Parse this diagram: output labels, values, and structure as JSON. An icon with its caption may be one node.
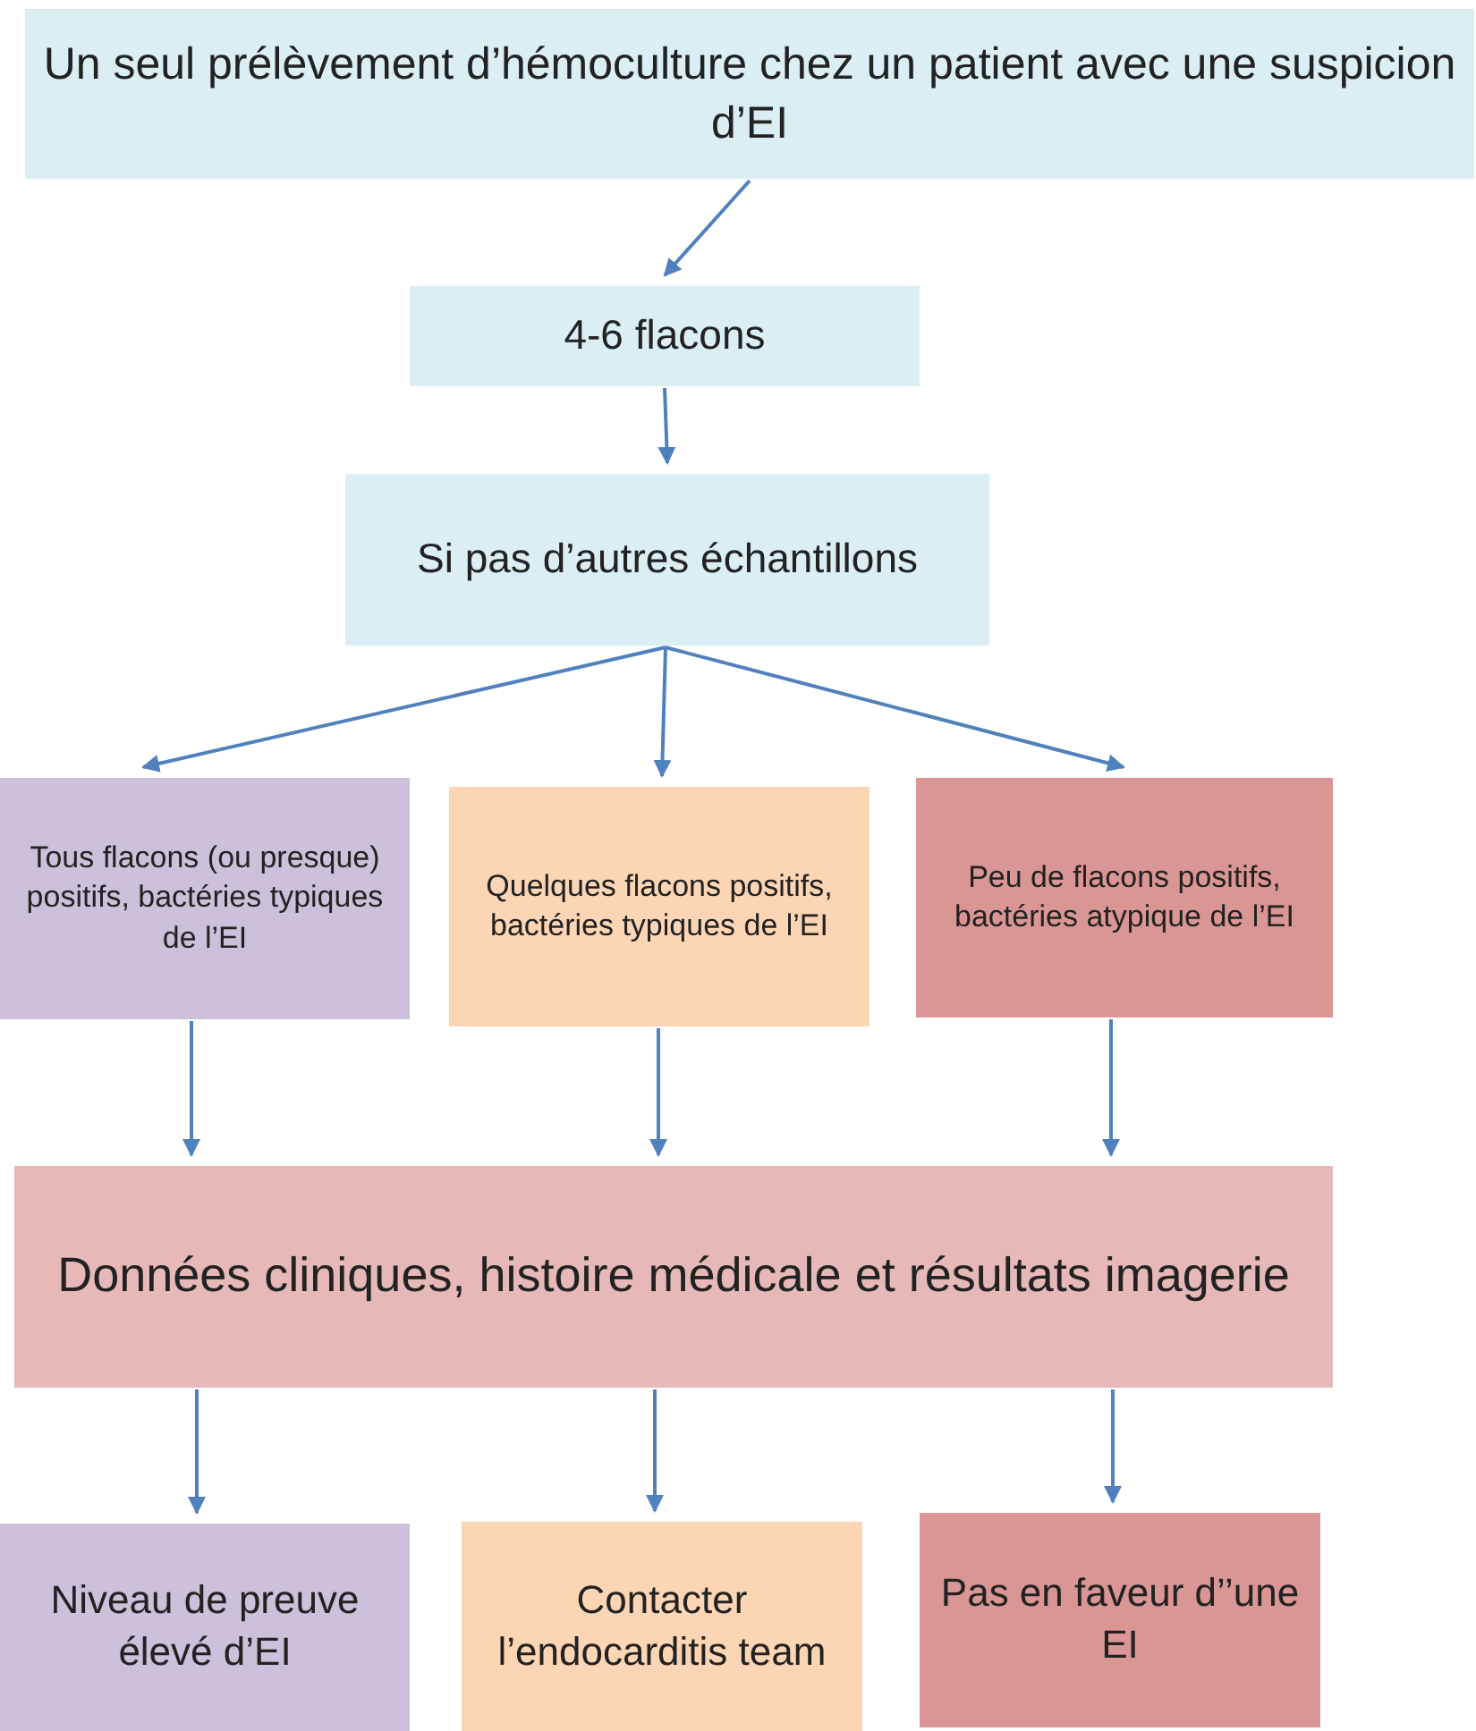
{
  "diagram": {
    "nodes": [
      {
        "text": [
          "Un seul prélèvement d’hémoculture chez un patient avec une suspicion d’EI"
        ]
      },
      {
        "text": [
          "4-6 flacons"
        ]
      },
      {
        "text": [
          "Si pas d’autres échantillons"
        ]
      },
      {
        "text": [
          "Tous flacons (ou presque) positifs, bactéries typiques de l’EI"
        ]
      },
      {
        "text": [
          "Quelques flacons positifs, bactéries typiques de l’EI"
        ]
      },
      {
        "text": [
          "Peu de flacons positifs, bactéries atypique de l’EI"
        ]
      },
      {
        "text": [
          "Données cliniques, histoire médicale et résultats imagerie"
        ]
      },
      {
        "text": [
          "Niveau de preuve élevé d’EI"
        ]
      },
      {
        "text": [
          "Contacter l’endocarditis team"
        ]
      },
      {
        "text": [
          "Pas en faveur d’’une EI"
        ]
      }
    ],
    "edges": [
      {
        "from": 0,
        "to": 1,
        "arrow": "to"
      },
      {
        "from": 1,
        "to": 2,
        "arrow": "to"
      },
      {
        "from": 2,
        "to": 3,
        "arrow": "to"
      },
      {
        "from": 2,
        "to": 4,
        "arrow": "to"
      },
      {
        "from": 2,
        "to": 5,
        "arrow": "to"
      },
      {
        "from": 3,
        "to": 6,
        "arrow": "to"
      },
      {
        "from": 4,
        "to": 6,
        "arrow": "to"
      },
      {
        "from": 5,
        "to": 6,
        "arrow": "to"
      },
      {
        "from": 6,
        "to": 7,
        "arrow": "to"
      },
      {
        "from": 6,
        "to": 8,
        "arrow": "to"
      },
      {
        "from": 6,
        "to": 9,
        "arrow": "to"
      }
    ]
  }
}
